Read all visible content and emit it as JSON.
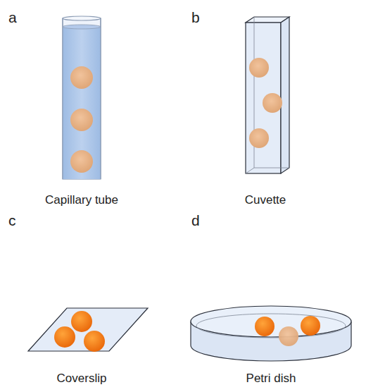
{
  "diagram": {
    "labels": [
      "a",
      "b",
      "c",
      "d",
      "Capillary tube",
      "Cuvette",
      "Coverslip",
      "Petri dish"
    ]
  }
}
